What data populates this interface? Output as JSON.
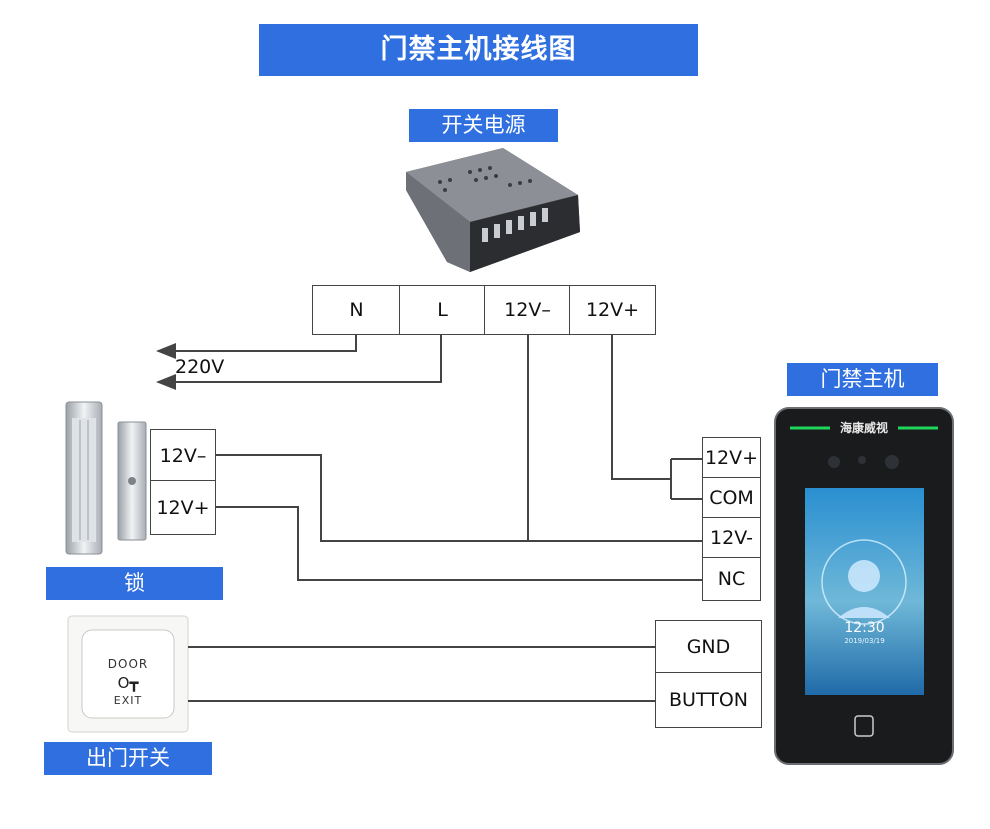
{
  "title": "门禁主机接线图",
  "power_supply": {
    "label": "开关电源",
    "terminals": [
      "N",
      "L",
      "12V–",
      "12V+"
    ]
  },
  "ac_label": "220V",
  "lock": {
    "label": "锁",
    "terminals": [
      "12V–",
      "12V+"
    ]
  },
  "exit_switch": {
    "label": "出门开关",
    "plate_text_top": "DOOR",
    "plate_text_bottom": "EXIT",
    "key_glyph": "O┳"
  },
  "controller": {
    "label": "门禁主机",
    "brand": "海康威视",
    "clock_time": "12:30",
    "clock_date": "2019/03/19",
    "relay_terminals": [
      "12V+",
      "COM",
      "12V-",
      "NC"
    ],
    "button_terminals": [
      "GND",
      "BUTTON"
    ]
  },
  "colors": {
    "banner": "#2f6fe0",
    "wire": "#444444",
    "led_green": "#1fd65a"
  }
}
